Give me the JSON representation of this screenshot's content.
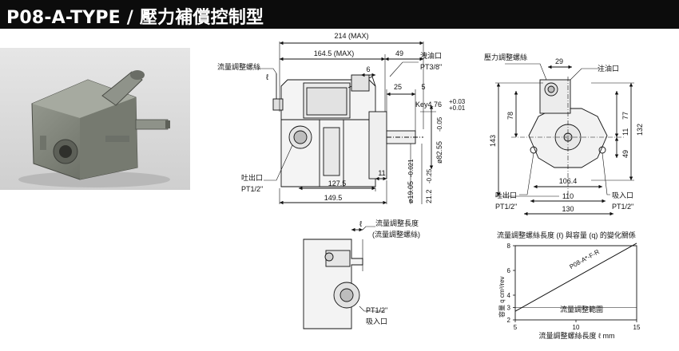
{
  "title": "P08-A-TYPE / 壓力補償控制型",
  "side_view": {
    "dim_total": "214 (MAX)",
    "dim_body": "164.5 (MAX)",
    "dim_49": "49",
    "dim_6": "6",
    "dim_25": "25",
    "dim_5": "5",
    "dim_key": "Key4.76",
    "dim_key_tol_hi": "+0.03",
    "dim_key_tol_lo": "+0.01",
    "dim_shaft_dia": "ø82.55",
    "dim_shaft_dia_tol": "-0.05",
    "dim_11": "11",
    "dim_127_5": "127.5",
    "dim_149_5": "149.5",
    "dim_19_05": "ø19.05",
    "dim_19_05_tol": "-0.021",
    "dim_21_2": "21.2",
    "dim_21_2_tol": "-0.25",
    "label_flow_screw": "流量調整螺絲",
    "label_l": "ℓ",
    "label_drain": "洩油口",
    "label_drain_pt": "PT3/8\"",
    "label_outlet": "吐出口",
    "label_outlet_pt": "PT1/2\""
  },
  "front_view": {
    "label_pressure_screw": "壓力調整螺絲",
    "label_fill": "注油口",
    "dim_29": "29",
    "dim_78": "78",
    "dim_143": "143",
    "dim_77": "77",
    "dim_132": "132",
    "dim_11": "11",
    "dim_49": "49",
    "dim_106_4": "106.4",
    "dim_110": "110",
    "dim_130": "130",
    "label_outlet": "吐出口",
    "label_outlet_pt": "PT1/2\"",
    "label_inlet": "吸入口",
    "label_inlet_pt": "PT1/2\""
  },
  "detail_view": {
    "label_l": "ℓ",
    "label_length": "流量調整長度",
    "label_screw": "(流量調整螺絲)",
    "label_pt": "PT1/2\"",
    "label_inlet": "吸入口"
  },
  "chart_data": {
    "type": "line",
    "title": "流量調整螺絲長度 (ℓ) 與容量 (q) 的變化關係",
    "xlabel": "流量調整螺絲長度 ℓ mm",
    "ylabel": "容量 q cm³/rev",
    "xlim": [
      5,
      15
    ],
    "ylim": [
      2,
      8
    ],
    "xticks": [
      "5",
      "10",
      "15"
    ],
    "yticks": [
      "2",
      "3",
      "4",
      "6",
      "8"
    ],
    "series": [
      {
        "name": "P08-A*-F-R",
        "x": [
          5,
          15
        ],
        "y": [
          2.7,
          8.2
        ]
      }
    ],
    "annotations": [
      "流量調整範圍"
    ],
    "grid": false
  }
}
